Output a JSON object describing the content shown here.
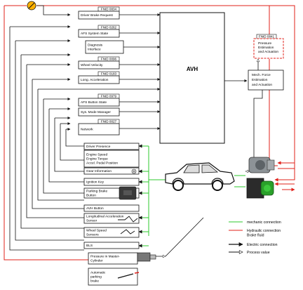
{
  "functions": [
    {
      "code": "FNID 0834",
      "label": [
        "Driver Brake Request"
      ]
    },
    {
      "code": "FNID 0262",
      "label": [
        "AFS System State"
      ]
    },
    {
      "code": "",
      "label": [
        "Diagnosis",
        "Interface"
      ]
    },
    {
      "code": "FNID 0096",
      "label": [
        "Wheel Velocity"
      ]
    },
    {
      "code": "FNID 0183",
      "label": [
        "Long. Acceleration"
      ]
    },
    {
      "code": "FNID 0979",
      "label": [
        "AFS Button State"
      ]
    },
    {
      "code": "",
      "label": [
        "Sys. Mode Manager"
      ]
    },
    {
      "code": "FNID 0027",
      "label": [
        "Network"
      ]
    }
  ],
  "main_block": "AVH",
  "pressure_block": {
    "code": "FNID 0841",
    "label": [
      "Pressure",
      "Estimation",
      "and Actuation"
    ]
  },
  "mech_block": {
    "label": [
      "Mech. Force",
      "Estimation",
      "and Actuation"
    ]
  },
  "inputs": [
    {
      "label": [
        "Driver Presence"
      ]
    },
    {
      "label": [
        "Engine Speed",
        "Engine Torque",
        "Accel. Pedal Position"
      ]
    },
    {
      "label": [
        "Gear Information"
      ]
    },
    {
      "label": [
        "Ignition Key"
      ]
    },
    {
      "label": [
        "Parking Brake",
        "Button"
      ]
    },
    {
      "label": [
        "AVH Button"
      ]
    },
    {
      "label": [
        "Longitudinal Acceleration",
        "Sensor"
      ]
    },
    {
      "label": [
        "Wheel Speed",
        "Sensors"
      ]
    },
    {
      "label": [
        "BLS"
      ]
    },
    {
      "label": [
        "Pressure in Master-",
        "Cylinder"
      ]
    },
    {
      "label": [
        "Automatic",
        "parking",
        "brake"
      ]
    }
  ],
  "legend": [
    {
      "kind": "mechanic",
      "label": [
        "mechanic connection"
      ]
    },
    {
      "kind": "hydraulic",
      "label": [
        "Hydraulic connection",
        "Brake fluid"
      ]
    },
    {
      "kind": "electric",
      "label": [
        "Electric connection"
      ]
    },
    {
      "kind": "process",
      "label": [
        "Process value"
      ]
    }
  ],
  "colors": {
    "hydraulic": "#e0201a",
    "mechanic": "#2ec82e",
    "line": "#111111"
  }
}
